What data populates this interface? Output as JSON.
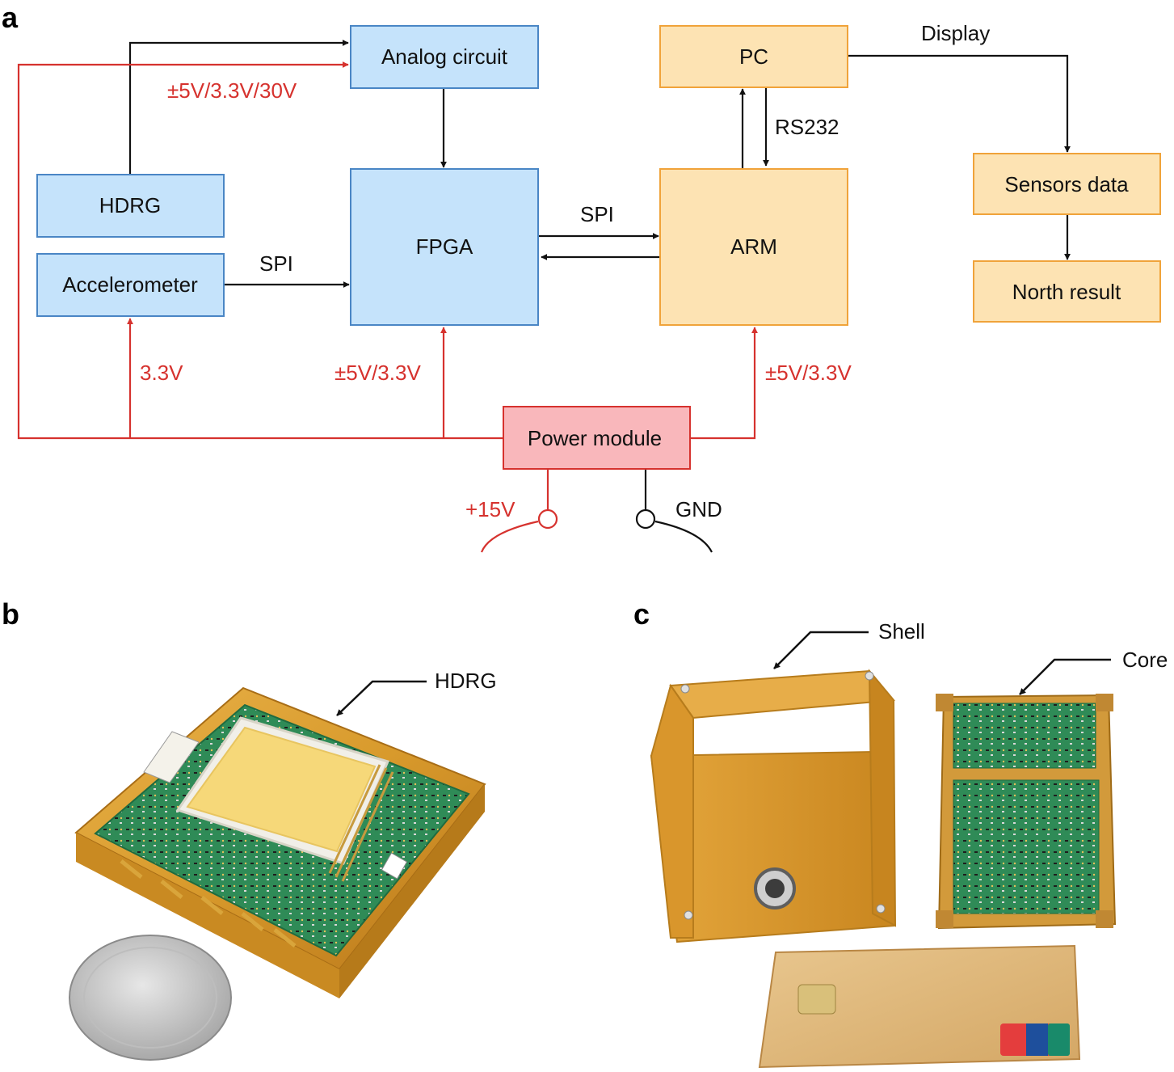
{
  "panels": {
    "a": "a",
    "b": "b",
    "c": "c"
  },
  "blocks": {
    "analog": "Analog circuit",
    "hdrg": "HDRG",
    "accelerometer": "Accelerometer",
    "fpga": "FPGA",
    "pc": "PC",
    "arm": "ARM",
    "sensors": "Sensors data",
    "north": "North result",
    "power": "Power module"
  },
  "labels": {
    "analog_supply": "±5V/3.3V/30V",
    "display": "Display",
    "rs232": "RS232",
    "spi_fpga_arm": "SPI",
    "spi_accel_fpga": "SPI",
    "accel_supply": "3.3V",
    "fpga_supply": "±5V/3.3V",
    "arm_supply": "±5V/3.3V",
    "plus15": "+15V",
    "gnd": "GND"
  },
  "photo_b": {
    "callout": "HDRG"
  },
  "photo_c": {
    "shell": "Shell",
    "core": "Core"
  },
  "colors": {
    "blue_fill": "#c5e3fb",
    "blue_stroke": "#4a86c5",
    "orange_fill": "#fde3b3",
    "orange_stroke": "#f0a33a",
    "red_fill": "#f9b7bb",
    "red_stroke": "#d6322e",
    "red_line": "#d6322e",
    "black_line": "#111111"
  }
}
